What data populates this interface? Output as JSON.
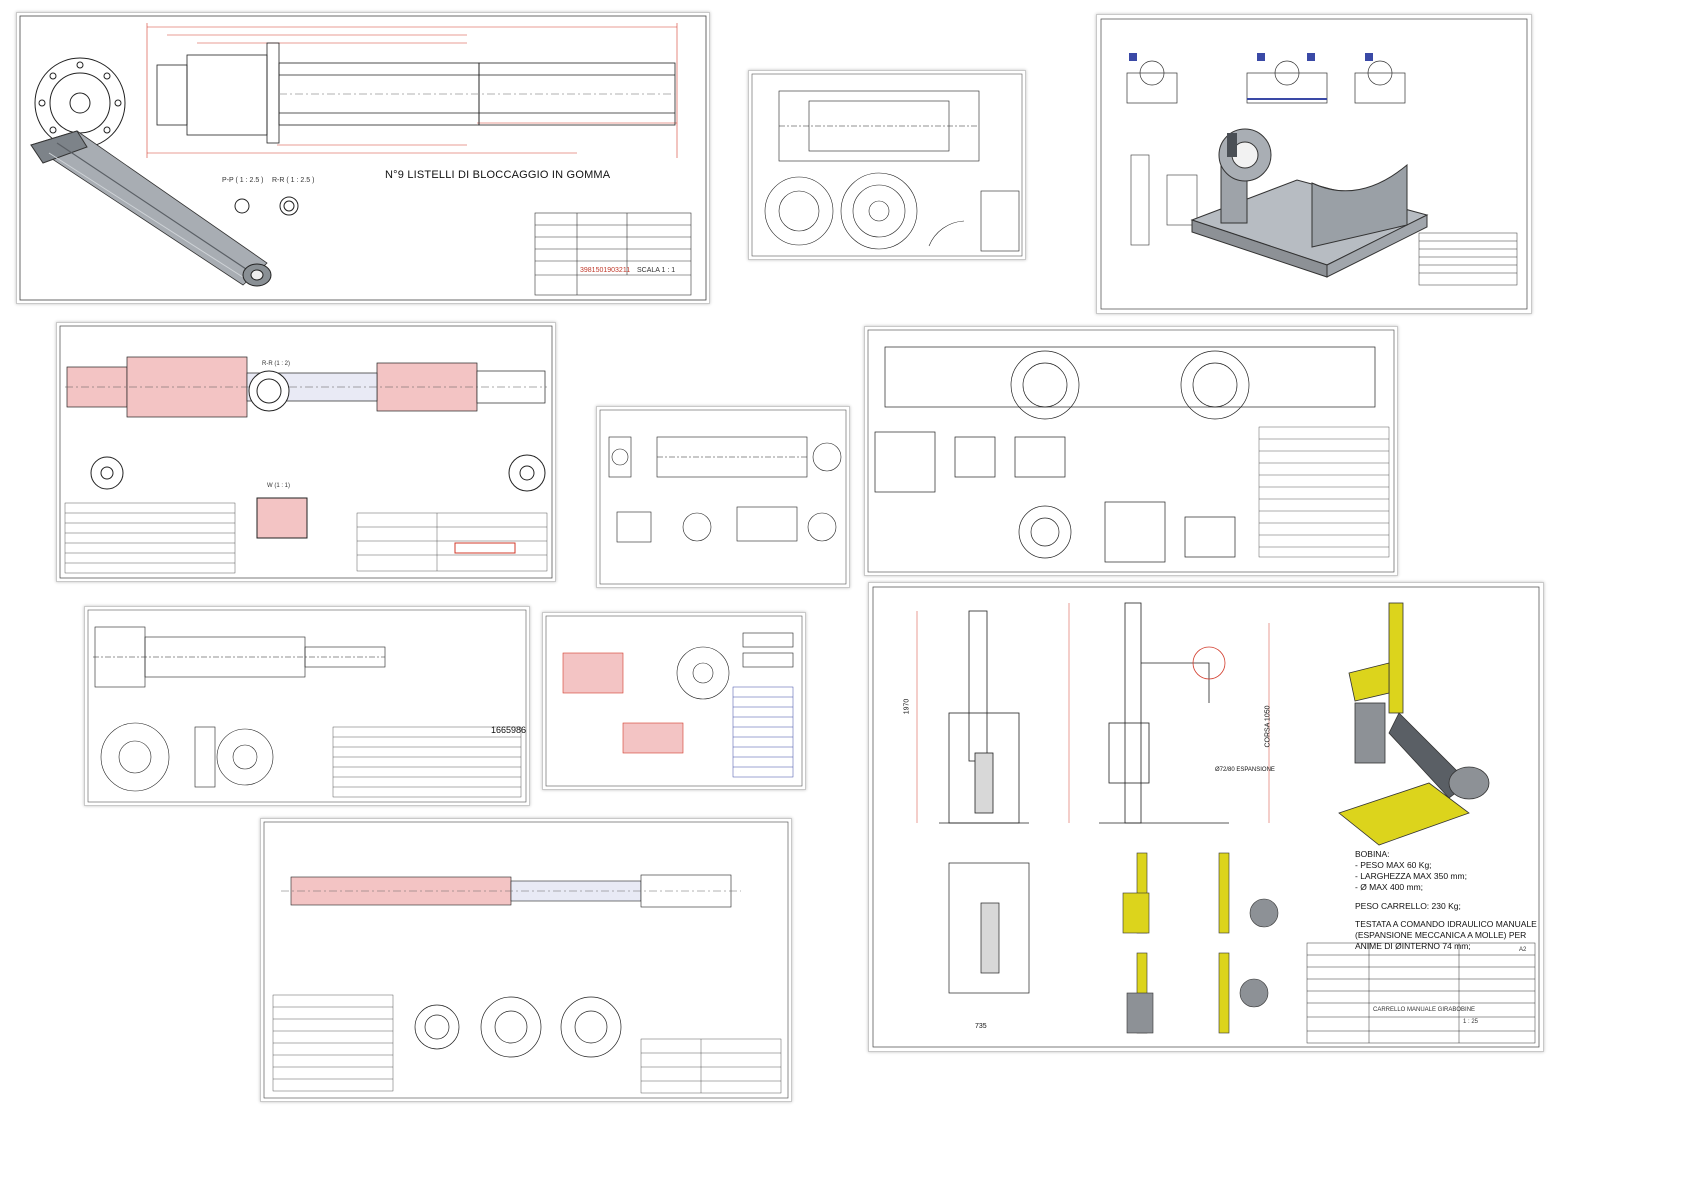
{
  "sheets": {
    "shaft_large": {
      "title": "N°9 LISTELLI DI BLOCCAGGIO IN GOMMA",
      "section_pp": "P-P ( 1 : 2.5 )",
      "section_rr": "R-R ( 1 : 2.5 )",
      "scale": "SCALA 1 : 1",
      "part_number": "3981501903211"
    },
    "shaft_red": {
      "section_label": "R-R (1 : 2)",
      "detail_label": "W (1 : 1)"
    },
    "long_shaft": {
      "part_number": "1665986"
    },
    "cart": {
      "bobina_title": "BOBINA:",
      "spec_lines": [
        "- PESO MAX 60 Kg;",
        "- LARGHEZZA MAX 350 mm;",
        "- Ø MAX 400 mm;"
      ],
      "weight": "PESO CARRELLO: 230 Kg;",
      "head_lines": [
        "TESTATA A COMANDO IDRAULICO MANUALE",
        "(ESPANSIONE MECCANICA A MOLLE) PER",
        "ANIME DI ØINTERNO 74 mm;"
      ],
      "dim_height": "1970",
      "dim_width": "735",
      "dim_stroke": "CORSA 1050",
      "dim_exp": "Ø72/80 ESPANSIONE",
      "denomination": "CARRELLO MANUALE GIRABOBINE",
      "scale": "1 : 25",
      "format": "A2"
    }
  },
  "colors": {
    "line": "#1a1a1a",
    "dim_red": "#d23a2a",
    "pink_fill": "#f3c4c4",
    "part_blue": "#3a49a6",
    "machine_yellow": "#dcd41c",
    "steel_grey": "#8d9196"
  }
}
